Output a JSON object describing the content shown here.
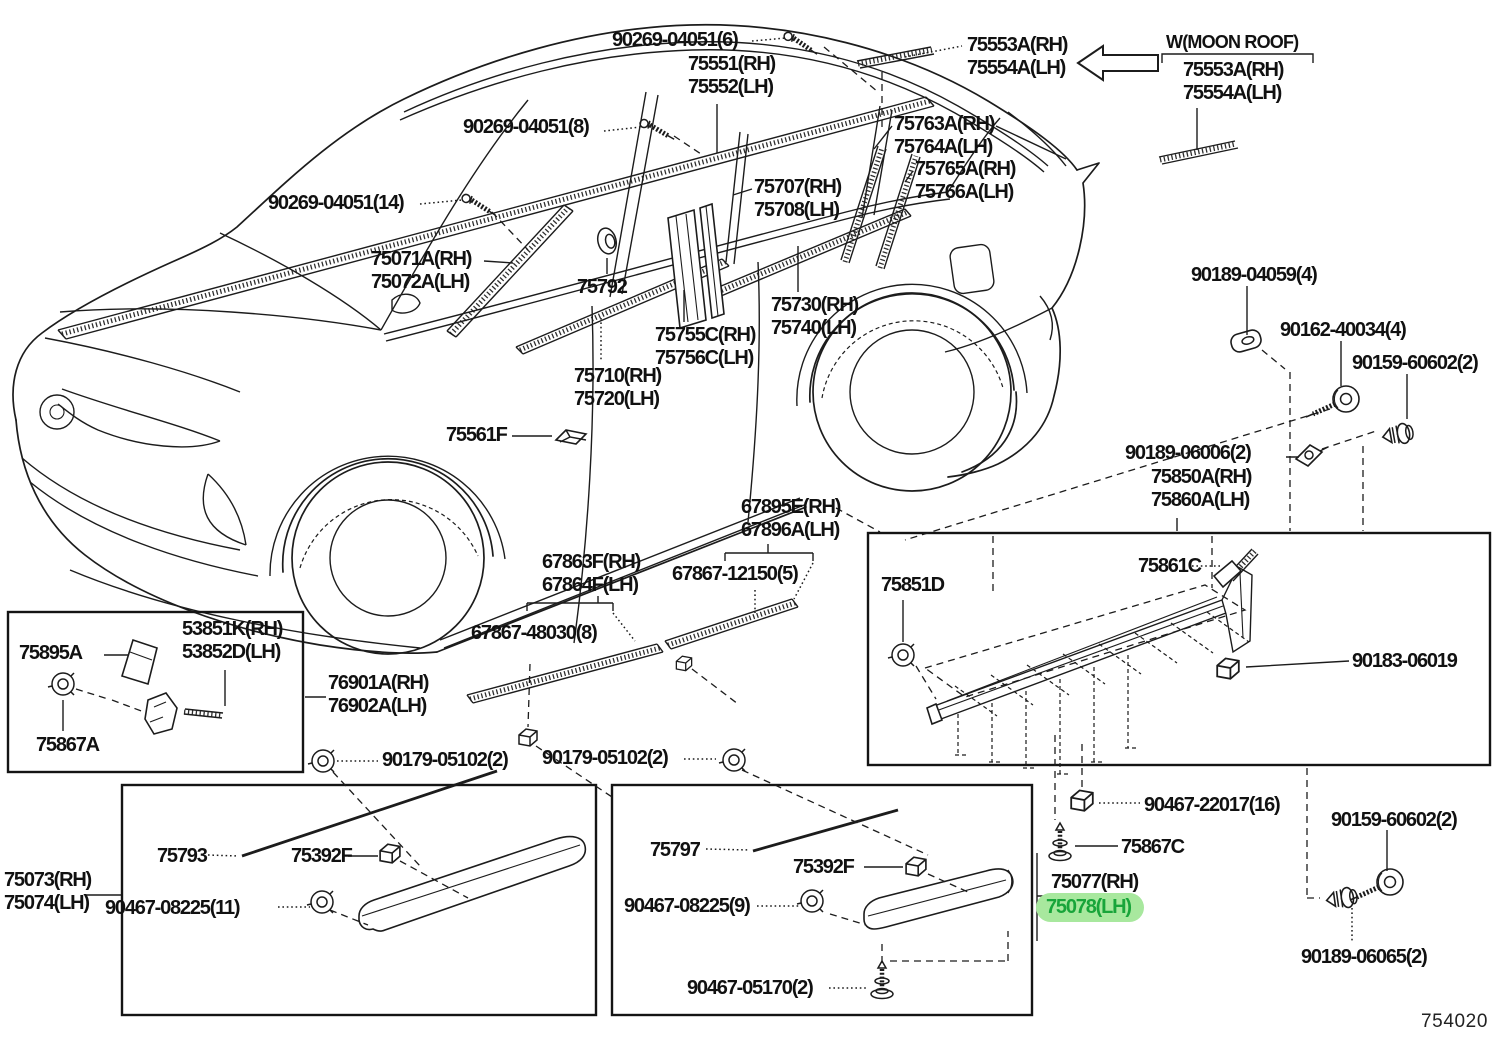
{
  "diagram": {
    "code": "754020",
    "note_moonroof": "W(MOON ROOF)",
    "highlighted_part": "75078(LH)",
    "colors": {
      "line": "#1c1c1c",
      "background": "#ffffff",
      "highlight_fill": "#a8e89e",
      "highlight_text": "#18a53a"
    }
  },
  "labels": {
    "screw6": "90269-04051(6)",
    "p75551": "75551(RH)\n75552(LH)",
    "p75553": "75553A(RH)\n75554A(LH)",
    "moonroof": "W(MOON ROOF)",
    "screw8": "90269-04051(8)",
    "p75763": "75763A(RH)\n75764A(LH)",
    "p75765": "75765A(RH)\n75766A(LH)",
    "p75707": "75707(RH)\n75708(LH)",
    "screw14": "90269-04051(14)",
    "p75071": "75071A(RH)\n75072A(LH)",
    "p75792": "75792",
    "p75730": "75730(RH)\n75740(LH)",
    "p75755": "75755C(RH)\n75756C(LH)",
    "p75710": "75710(RH)\n75720(LH)",
    "p75561": "75561F",
    "p67895": "67895E(RH)\n67896A(LH)",
    "p67863": "67863F(RH)\n67864F(LH)",
    "p67867_12150": "67867-12150(5)",
    "p67867_48030": "67867-48030(8)",
    "p90189_04059": "90189-04059(4)",
    "p90162": "90162-40034(4)",
    "p90159": "90159-60602(2)",
    "p90189_06006": "90189-06006(2)",
    "p75850": "75850A(RH)\n75860A(LH)",
    "p75861": "75861C",
    "p75851": "75851D",
    "p90183": "90183-06019",
    "p75895": "75895A",
    "p53851": "53851K(RH)\n53852D(LH)",
    "p75867A": "75867A",
    "p76901": "76901A(RH)\n76902A(LH)",
    "p90179": "90179-05102(2)",
    "p75793": "75793",
    "p75392": "75392F",
    "p90467_08225_11": "90467-08225(11)",
    "p75073": "75073(RH)\n75074(LH)",
    "p75797": "75797",
    "p90467_08225_9": "90467-08225(9)",
    "p90467_05170": "90467-05170(2)",
    "p90467_22017": "90467-22017(16)",
    "p75867C": "75867C",
    "p75077": "75077(RH)",
    "p75078": "75078(LH)",
    "p90189_06065": "90189-06065(2)"
  }
}
